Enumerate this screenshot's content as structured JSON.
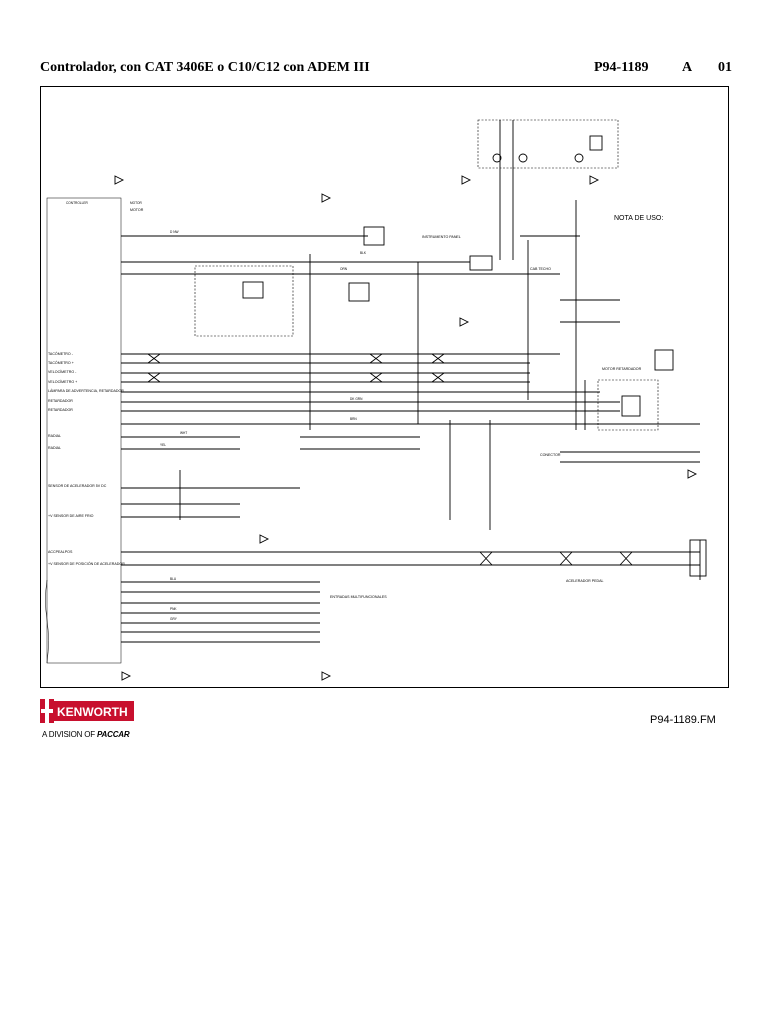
{
  "header": {
    "title": "Controlador, con CAT 3406E o C10/C12 con ADEM III",
    "doc_number": "P94-1189",
    "revision": "A",
    "sheet": "01"
  },
  "diagram": {
    "note_title": "NOTA DE USO:",
    "left_labels": [
      "TACÓMETRO -",
      "TACÓMETRO +",
      "VELOCÍMETRO -",
      "VELOCÍMETRO +",
      "LÁMPARA DE ADVERTENCIA, RETARDADOR",
      "RETARDADOR",
      "RETARDADOR",
      "RADIAL",
      "RADIAL",
      "SENSOR DE ACELERADOR 5V DC",
      "+V SENSOR DE AIRE FRIO",
      "ACCPEALPOS",
      "+V SENSOR DE POSICIÓN DE ACELERADOR"
    ],
    "wire_labels": [
      "D NW",
      "ORN",
      "BLK",
      "DK GRN",
      "BRN",
      "WHT",
      "YEL",
      "PNK",
      "GRY",
      "BLU"
    ],
    "components": [
      "MOTOR",
      "INSTRUMENTO PANEL",
      "CAB TECHO",
      "MOTOR RETARDADOR",
      "CONECTOR",
      "ACELERADOR PEDAL",
      "ENTRADAS MULTIFUNCIONALES"
    ]
  },
  "footer": {
    "brand": "KENWORTH",
    "division_prefix": "A DIVISION OF",
    "division_brand": "PACCAR",
    "filename": "P94-1189.FM"
  },
  "colors": {
    "brand_red": "#c8102e",
    "line": "#000000"
  }
}
